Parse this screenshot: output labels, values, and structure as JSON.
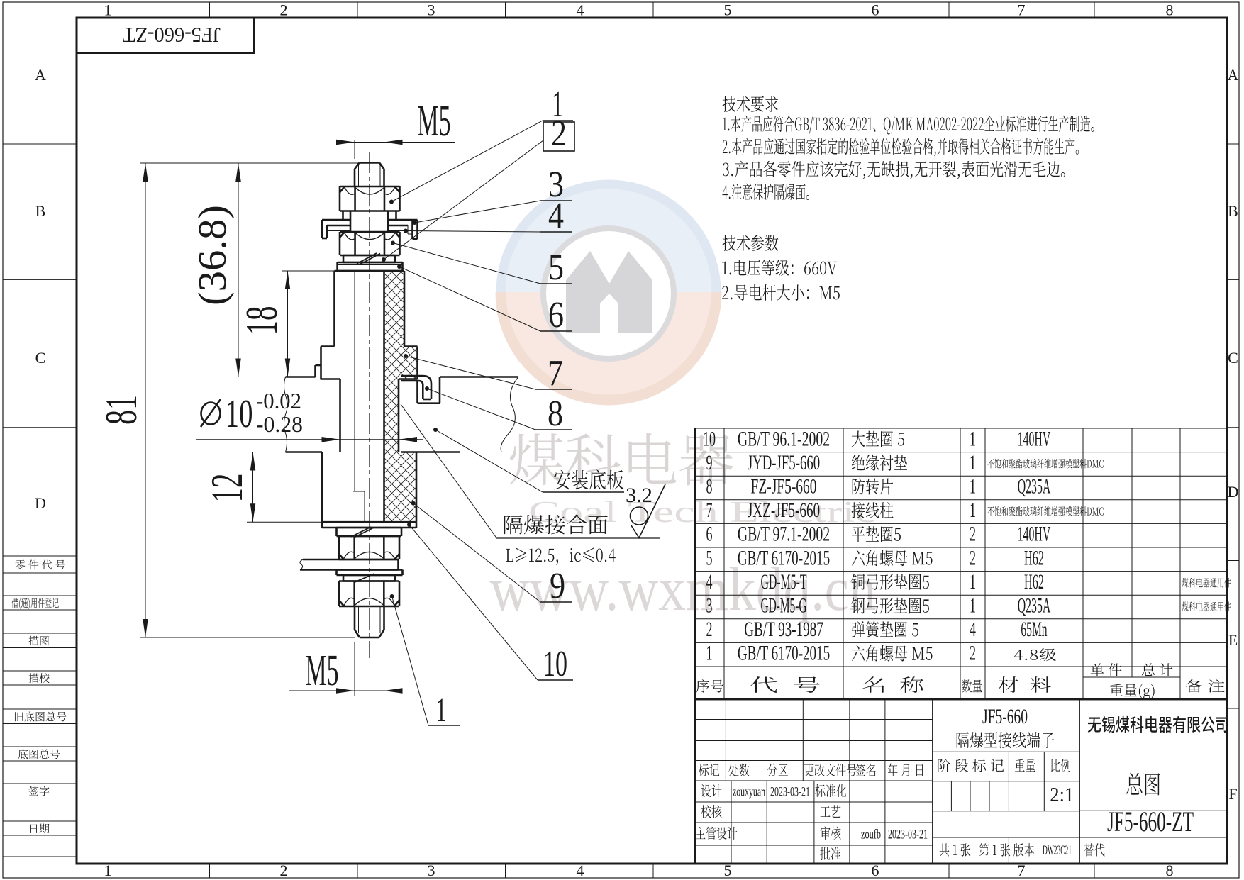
{
  "doc": {
    "stamp": "JF5-660-ZT"
  },
  "zones": {
    "top": [
      "1",
      "2",
      "3",
      "4",
      "5",
      "6",
      "7",
      "8"
    ],
    "bottom": [
      "1",
      "2",
      "3",
      "4",
      "5",
      "6",
      "7",
      "8"
    ],
    "left": [
      "A",
      "B",
      "C",
      "D"
    ],
    "right": [
      "A",
      "B",
      "C",
      "D",
      "E",
      "F"
    ]
  },
  "margin_blocks": [
    "零 件 代 号",
    "借(通)用件登记",
    "描图",
    "描校",
    "旧底图总号",
    "底图总号",
    "签字",
    "日期"
  ],
  "tech_requirements": {
    "title": "技术要求",
    "items": [
      "1.本产品应符合GB/T 3836-2021、Q/MK MA0202-2022企业标准进行生产制造。",
      "2.本产品应通过国家指定的检验单位检验合格,并取得相关合格证书方能生产。",
      "3.产品各零件应该完好,无缺损,无开裂,表面光滑无毛边。",
      "4.注意保护隔爆面。"
    ]
  },
  "tech_parameters": {
    "title": "技术参数",
    "items": [
      "1.电压等级：660V",
      "2.导电杆大小：M5"
    ]
  },
  "drawing": {
    "dims": {
      "top_thread": "M5",
      "ref_height": "(36.8)",
      "upper_height": "18",
      "overall_height": "81",
      "diameter_symbol": "⌀",
      "diameter": "10",
      "dia_tol_upper": "-0.02",
      "dia_tol_lower": "-0.28",
      "lower_height": "12",
      "bottom_thread": "M5"
    },
    "labels": {
      "mounting_plate": "安装底板",
      "flameproof_surface": "隔爆接合面",
      "flameproof_note": "L≥12.5，ic≤0.4",
      "roughness": "3.2"
    },
    "balloons": [
      "1",
      "2",
      "3",
      "4",
      "5",
      "6",
      "7",
      "8",
      "9",
      "10"
    ],
    "balloon_bottom": "1"
  },
  "bom": {
    "headers": {
      "no": "序号",
      "code": "代  号",
      "name": "名  称",
      "qty": "数量",
      "material": "材  料",
      "unit": "单 件",
      "total": "总 计",
      "weight": "重量(g)",
      "remark": "备 注"
    },
    "rows": [
      {
        "no": "10",
        "code": "GB/T 96.1-2002",
        "name": "大垫圈 5",
        "qty": "1",
        "material": "140HV",
        "remark": ""
      },
      {
        "no": "9",
        "code": "JYD-JF5-660",
        "name": "绝缘衬垫",
        "qty": "1",
        "material": "不饱和聚酯玻璃纤维增强模塑料DMC",
        "remark": ""
      },
      {
        "no": "8",
        "code": "FZ-JF5-660",
        "name": "防转片",
        "qty": "1",
        "material": "Q235A",
        "remark": ""
      },
      {
        "no": "7",
        "code": "JXZ-JF5-660",
        "name": "接线柱",
        "qty": "1",
        "material": "不饱和聚酯玻璃纤维增强模塑料DMC",
        "remark": ""
      },
      {
        "no": "6",
        "code": "GB/T 97.1-2002",
        "name": "平垫圈5",
        "qty": "2",
        "material": "140HV",
        "remark": ""
      },
      {
        "no": "5",
        "code": "GB/T 6170-2015",
        "name": "六角螺母 M5",
        "qty": "2",
        "material": "H62",
        "remark": ""
      },
      {
        "no": "4",
        "code": "GD-M5-T",
        "name": "铜弓形垫圈5",
        "qty": "1",
        "material": "H62",
        "remark": "煤科电器通用件"
      },
      {
        "no": "3",
        "code": "GD-M5-G",
        "name": "钢弓形垫圈5",
        "qty": "1",
        "material": "Q235A",
        "remark": "煤科电器通用件"
      },
      {
        "no": "2",
        "code": "GB/T 93-1987",
        "name": "弹簧垫圈 5",
        "qty": "4",
        "material": "65Mn",
        "remark": ""
      },
      {
        "no": "1",
        "code": "GB/T 6170-2015",
        "name": "六角螺母 M5",
        "qty": "2",
        "material": "4.8级",
        "remark": ""
      }
    ]
  },
  "title_block": {
    "revision_headers": [
      "标记",
      "处数",
      "分区",
      "更改文件号",
      "签名",
      "年 月 日"
    ],
    "design": "设计",
    "design_sig": "zouxyuan",
    "design_date": "2023-03-21",
    "standard": "标准化",
    "check": "校核",
    "process": "工艺",
    "chief": "主管设计",
    "audit": "审核",
    "audit_sig": "zoufb",
    "audit_date": "2023-03-21",
    "approve": "批准",
    "stage_mark": "阶 段 标 记",
    "weight": "重量",
    "scale_label": "比例",
    "scale_value": "2:1",
    "sheets_total": "共 1 张",
    "sheet_no": "第 1 张",
    "version_label": "版本",
    "version": "DW23C21",
    "replace": "替代",
    "product_code": "JF5-660",
    "product_name": "隔爆型接线端子",
    "company": "无锡煤科电器有限公司",
    "view_title": "总图",
    "drawing_no": "JF5-660-ZT"
  },
  "watermark": {
    "brand": "煤科电器",
    "english": "Coal Tech Electric",
    "url": "www.wxmkdq.cn"
  },
  "colors": {
    "line": "#1a1a1a",
    "watermark_text": "#d9d5d4",
    "logo_ring": "#f3ded4",
    "logo_blue": "#e9eff7",
    "logo_cream": "#f9e8e1",
    "logo_gray": "#d6d6d9",
    "logo_slot": "#b7c7dc"
  }
}
